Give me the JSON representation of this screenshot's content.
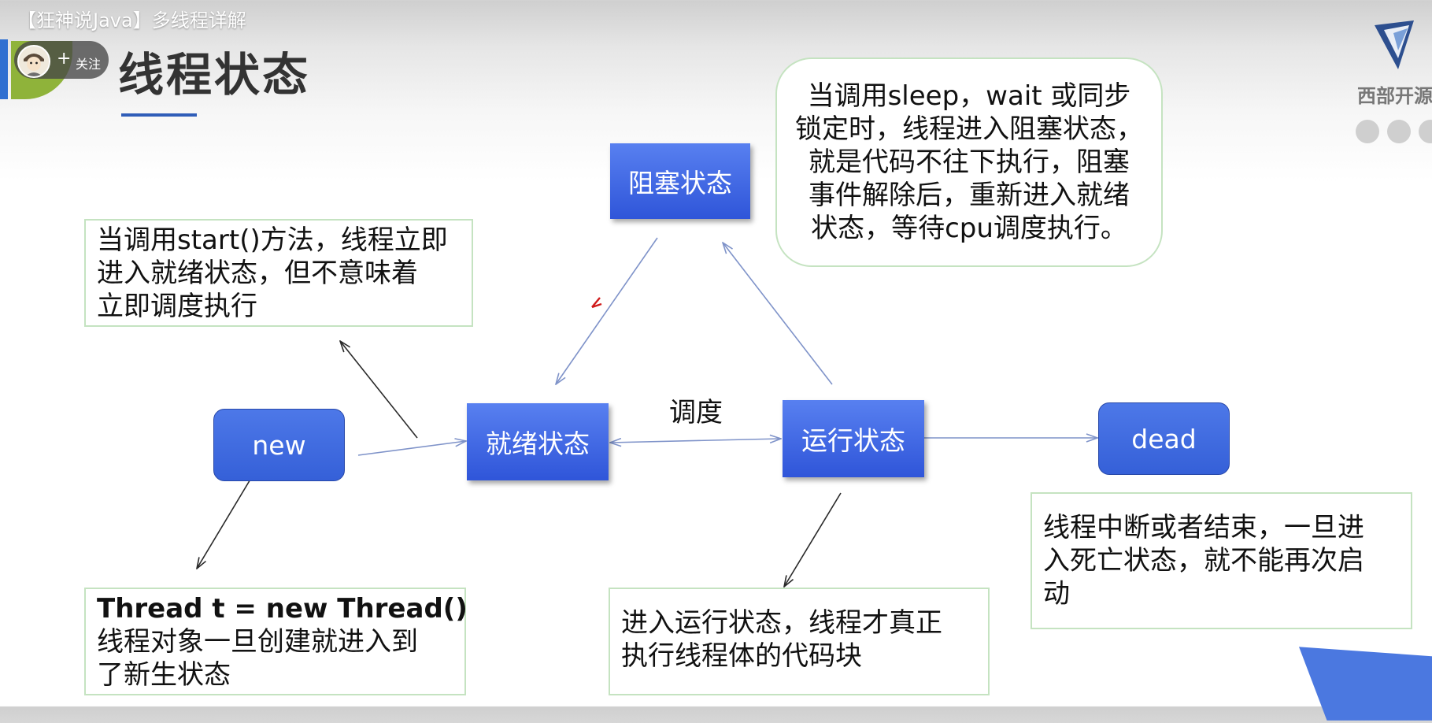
{
  "video_title": "【狂神说Java】多线程详解",
  "follow": {
    "plus": "+",
    "label": "关注"
  },
  "slide_title": "线程状态",
  "brand": {
    "text": "西部开源"
  },
  "colors": {
    "state_blue": "#3a62dc",
    "note_border": "#c5e3c1",
    "accent_blue": "#2f6fd1",
    "accent_green": "#8fb33a",
    "arrow_blue": "#7f93c9",
    "arrow_dark": "#2a2a2a"
  },
  "states": {
    "blocked": "阻塞状态",
    "new": "new",
    "ready": "就绪状态",
    "running": "运行状态",
    "dead": "dead"
  },
  "schedule_label": "调度",
  "notes": {
    "start": [
      "当调用start()方法，线程立即",
      "进入就绪状态，但不意味着",
      "立即调度执行"
    ],
    "blocked": [
      " 当调用sleep，wait 或同步",
      "锁定时，线程进入阻塞状态，",
      "就是代码不往下执行，阻塞",
      "事件解除后，重新进入就绪",
      "状态，等待cpu调度执行。"
    ],
    "new": [
      "Thread t = new Thread()",
      "线程对象一旦创建就进入到",
      "了新生状态"
    ],
    "running": [
      "进入运行状态，线程才真正",
      "执行线程体的代码块"
    ],
    "dead": [
      "线程中断或者结束，一旦进",
      "入死亡状态，就不能再次启",
      "动"
    ]
  }
}
